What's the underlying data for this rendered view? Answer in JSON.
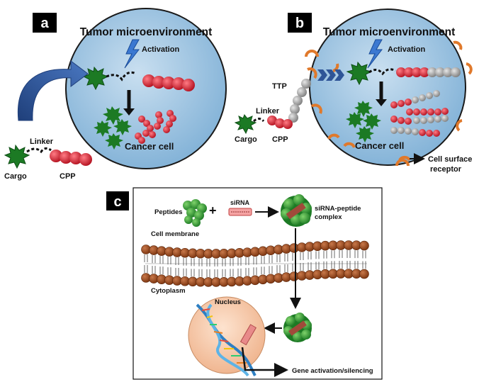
{
  "panels": {
    "a": {
      "letter": "a",
      "title": "Tumor microenvironment",
      "activation": "Activation",
      "cell_label": "Cancer cell",
      "linker": "Linker",
      "cargo": "Cargo",
      "cpp": "CPP"
    },
    "b": {
      "letter": "b",
      "title": "Tumor microenvironment",
      "activation": "Activation",
      "cell_label": "Cancer cell",
      "ttp": "TTP",
      "linker": "Linker",
      "cargo": "Cargo",
      "cpp": "CPP",
      "receptor_line1": "Cell surface",
      "receptor_line2": "receptor"
    },
    "c": {
      "letter": "c",
      "peptides": "Peptides",
      "plus": "+",
      "sirna": "siRNA",
      "complex_line1": "siRNA-peptide",
      "complex_line2": "complex",
      "membrane": "Cell membrane",
      "cytoplasm": "Cytoplasm",
      "nucleus": "Nucleus",
      "gene": "Gene activation/silencing"
    }
  },
  "colors": {
    "cell_fill": "#8fb9d8",
    "cpp_red": "#d11f2e",
    "ttp_gray": "#9a9a9a",
    "cargo_green": "#1f8a2e",
    "arrow_blue": "#2f5597",
    "receptor_orange": "#e0792b",
    "membrane_brown": "#9b4a1c",
    "nucleus_peach": "#f6c9a8"
  }
}
